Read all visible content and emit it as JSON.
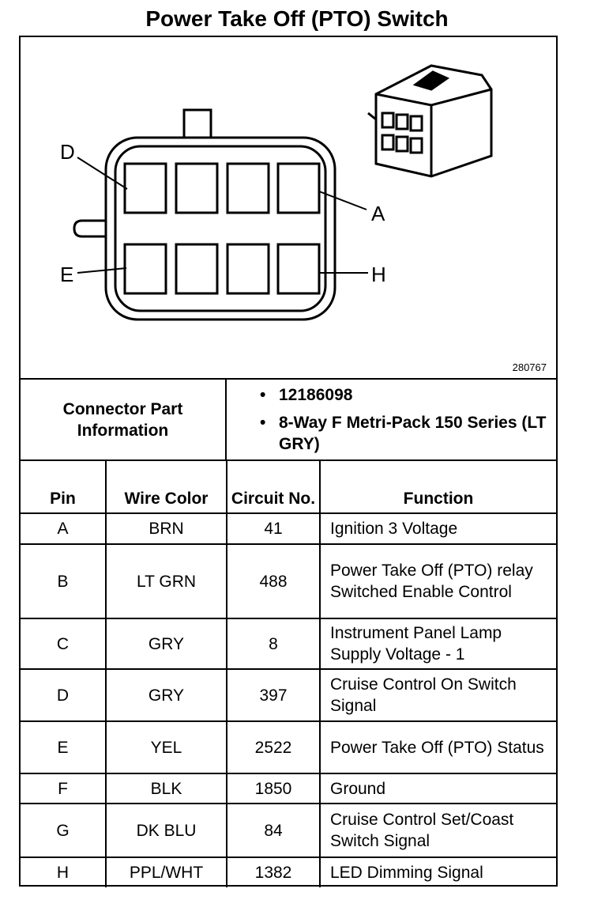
{
  "title": "Power Take Off (PTO) Switch",
  "figure_number": "280767",
  "connector_labels": {
    "d": "D",
    "a": "A",
    "e": "E",
    "h": "H"
  },
  "connector_info": {
    "label": "Connector Part Information",
    "items": [
      "12186098",
      "8-Way F Metri-Pack 150 Series (LT GRY)"
    ]
  },
  "table": {
    "headers": {
      "pin": "Pin",
      "wire_color": "Wire Color",
      "circuit": "Circuit No.",
      "function": "Function"
    },
    "rows": [
      {
        "pin": "A",
        "wire": "BRN",
        "circuit": "41",
        "function": "Ignition 3 Voltage"
      },
      {
        "pin": "B",
        "wire": "LT GRN",
        "circuit": "488",
        "function": "Power Take Off (PTO) relay Switched Enable Control"
      },
      {
        "pin": "C",
        "wire": "GRY",
        "circuit": "8",
        "function": "Instrument Panel Lamp Supply Voltage - 1"
      },
      {
        "pin": "D",
        "wire": "GRY",
        "circuit": "397",
        "function": "Cruise Control On Switch Signal"
      },
      {
        "pin": "E",
        "wire": "YEL",
        "circuit": "2522",
        "function": "Power Take Off (PTO) Status"
      },
      {
        "pin": "F",
        "wire": "BLK",
        "circuit": "1850",
        "function": "Ground"
      },
      {
        "pin": "G",
        "wire": "DK BLU",
        "circuit": "84",
        "function": "Cruise Control Set/Coast Switch Signal"
      },
      {
        "pin": "H",
        "wire": "PPL/WHT",
        "circuit": "1382",
        "function": "LED Dimming Signal"
      }
    ]
  }
}
